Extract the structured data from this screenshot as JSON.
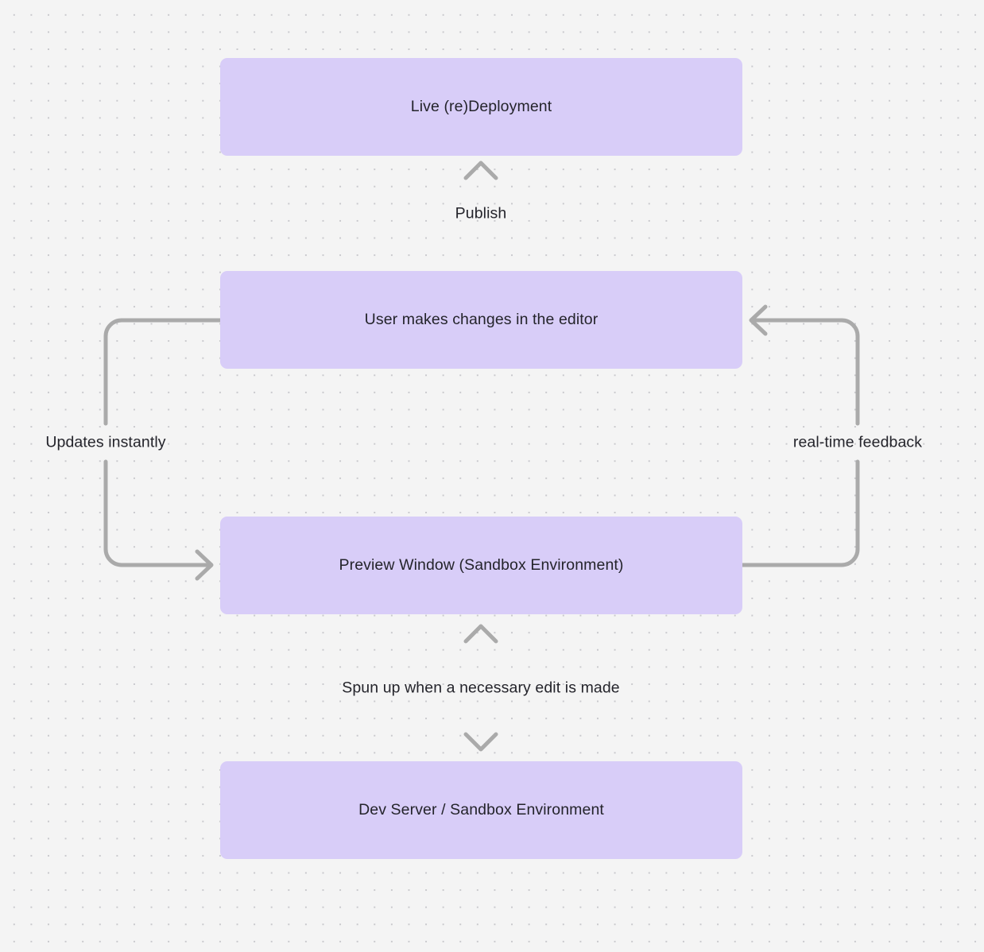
{
  "diagram": {
    "title": "Live deployment and preview sandbox flow",
    "background_color": "#f4f4f4",
    "dot_color": "#c9c9cd",
    "node_fill": "#d8cdf8",
    "node_text_color": "#24242b",
    "edge_color": "#aaaaaa"
  },
  "nodes": [
    {
      "id": "live",
      "label": "Live (re)Deployment"
    },
    {
      "id": "editor",
      "label": "User makes changes in the editor"
    },
    {
      "id": "preview",
      "label": "Preview Window (Sandbox Environment)"
    },
    {
      "id": "devserver",
      "label": "Dev Server / Sandbox Environment"
    }
  ],
  "edges": [
    {
      "id": "publish",
      "label": "Publish",
      "from": "editor",
      "to": "live",
      "direction": "up"
    },
    {
      "id": "updates",
      "label": "Updates instantly",
      "from": "editor",
      "to": "preview",
      "direction": "left-loop-down"
    },
    {
      "id": "realtime",
      "label": "real-time feedback",
      "from": "preview",
      "to": "editor",
      "direction": "right-loop-up"
    },
    {
      "id": "spunup",
      "label": "Spun up when a necessary edit is made",
      "from": "preview",
      "to": "devserver",
      "direction": "bidirectional"
    }
  ]
}
